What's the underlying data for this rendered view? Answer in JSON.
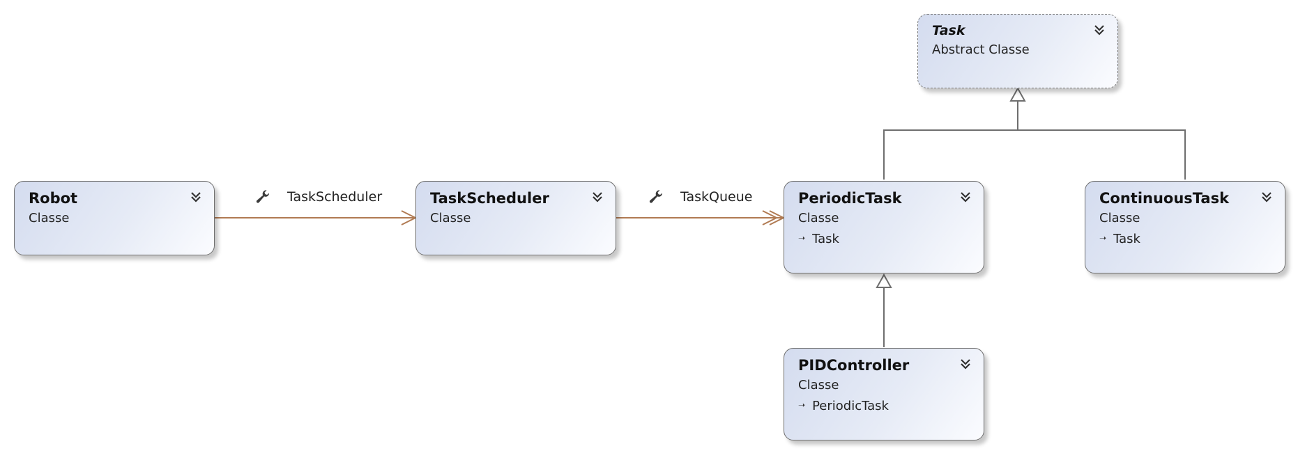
{
  "classes": {
    "task": {
      "name": "Task",
      "kind": "Abstract Classe"
    },
    "robot": {
      "name": "Robot",
      "kind": "Classe"
    },
    "taskscheduler": {
      "name": "TaskScheduler",
      "kind": "Classe"
    },
    "periodictask": {
      "name": "PeriodicTask",
      "kind": "Classe",
      "base": "Task"
    },
    "continuoustask": {
      "name": "ContinuousTask",
      "kind": "Classe",
      "base": "Task"
    },
    "pidcontroller": {
      "name": "PIDController",
      "kind": "Classe",
      "base": "PeriodicTask"
    }
  },
  "associations": {
    "robot_to_scheduler": {
      "label": "TaskScheduler",
      "icon": "wrench-icon"
    },
    "scheduler_to_queue": {
      "label": "TaskQueue",
      "icon": "wrench-icon"
    }
  },
  "colors": {
    "association_line": "#b07a52",
    "inheritance_line": "#6e6e6e"
  }
}
